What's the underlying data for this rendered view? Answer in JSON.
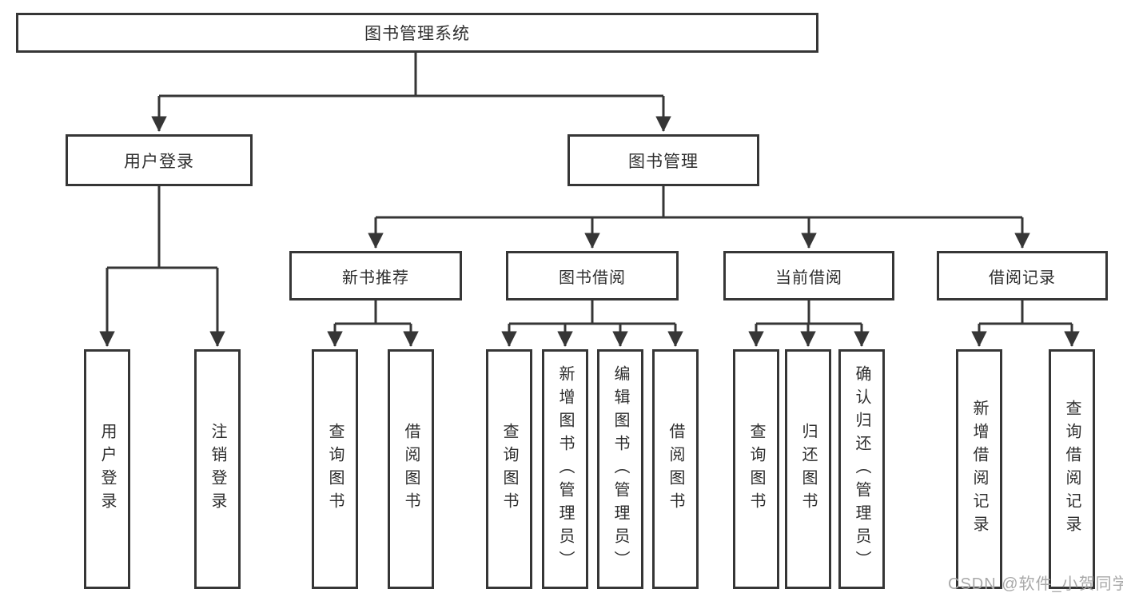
{
  "tree": {
    "label": "图书管理系统",
    "children": [
      {
        "label": "用户登录",
        "children": [
          {
            "label": "用户登录"
          },
          {
            "label": "注销登录"
          }
        ]
      },
      {
        "label": "图书管理",
        "children": [
          {
            "label": "新书推荐",
            "children": [
              {
                "label": "查询图书"
              },
              {
                "label": "借阅图书"
              }
            ]
          },
          {
            "label": "图书借阅",
            "children": [
              {
                "label": "查询图书"
              },
              {
                "label": "新增图书（管理员）"
              },
              {
                "label": "编辑图书（管理员）"
              },
              {
                "label": "借阅图书"
              }
            ]
          },
          {
            "label": "当前借阅",
            "children": [
              {
                "label": "查询图书"
              },
              {
                "label": "归还图书"
              },
              {
                "label": "确认归还（管理员）"
              }
            ]
          },
          {
            "label": "借阅记录",
            "children": [
              {
                "label": "新增借阅记录"
              },
              {
                "label": "查询借阅记录"
              }
            ]
          }
        ]
      }
    ]
  },
  "watermark": {
    "text": "CSDN @软件_小贺同学"
  },
  "colors": {
    "line": "#363636",
    "box_border": "#363636",
    "text": "#2e2e2e",
    "background": "#ffffff",
    "watermark": "#a9a9a9"
  }
}
